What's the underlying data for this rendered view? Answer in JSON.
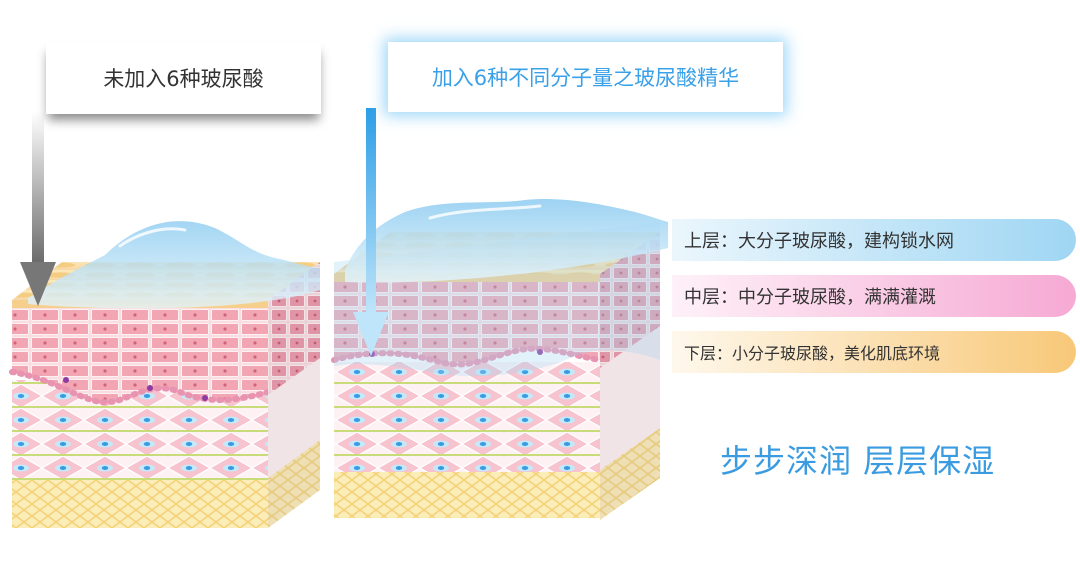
{
  "left_callout": {
    "text": "未加入6种玻尿酸"
  },
  "right_callout": {
    "text": "加入6种不同分子量之玻尿酸精华"
  },
  "layer_labels": [
    {
      "text": "上层：大分子玻尿酸，建构锁水网",
      "color": "#9fd6f3"
    },
    {
      "text": "中层：中分子玻尿酸，满满灌溉",
      "color": "#f6a9d4"
    },
    {
      "text": "下层：小分子玻尿酸，美化肌底环境",
      "color": "#f8c878"
    }
  ],
  "slogan": "步步深润  层层保湿",
  "colors": {
    "accent_blue": "#3aa0e8",
    "moisture_blue": "#a6d7f2",
    "cell_pink": "#f0a4b2",
    "dermis_pink": "#f7cfd6",
    "fat_yellow": "#f8e6a0",
    "fiber_green": "#c9dc7a",
    "arrow_gray": "#777777"
  },
  "icons": [
    "gray-down-arrow-icon",
    "blue-down-arrow-icon",
    "moisture-bubble-icon",
    "skin-cube-icon"
  ]
}
